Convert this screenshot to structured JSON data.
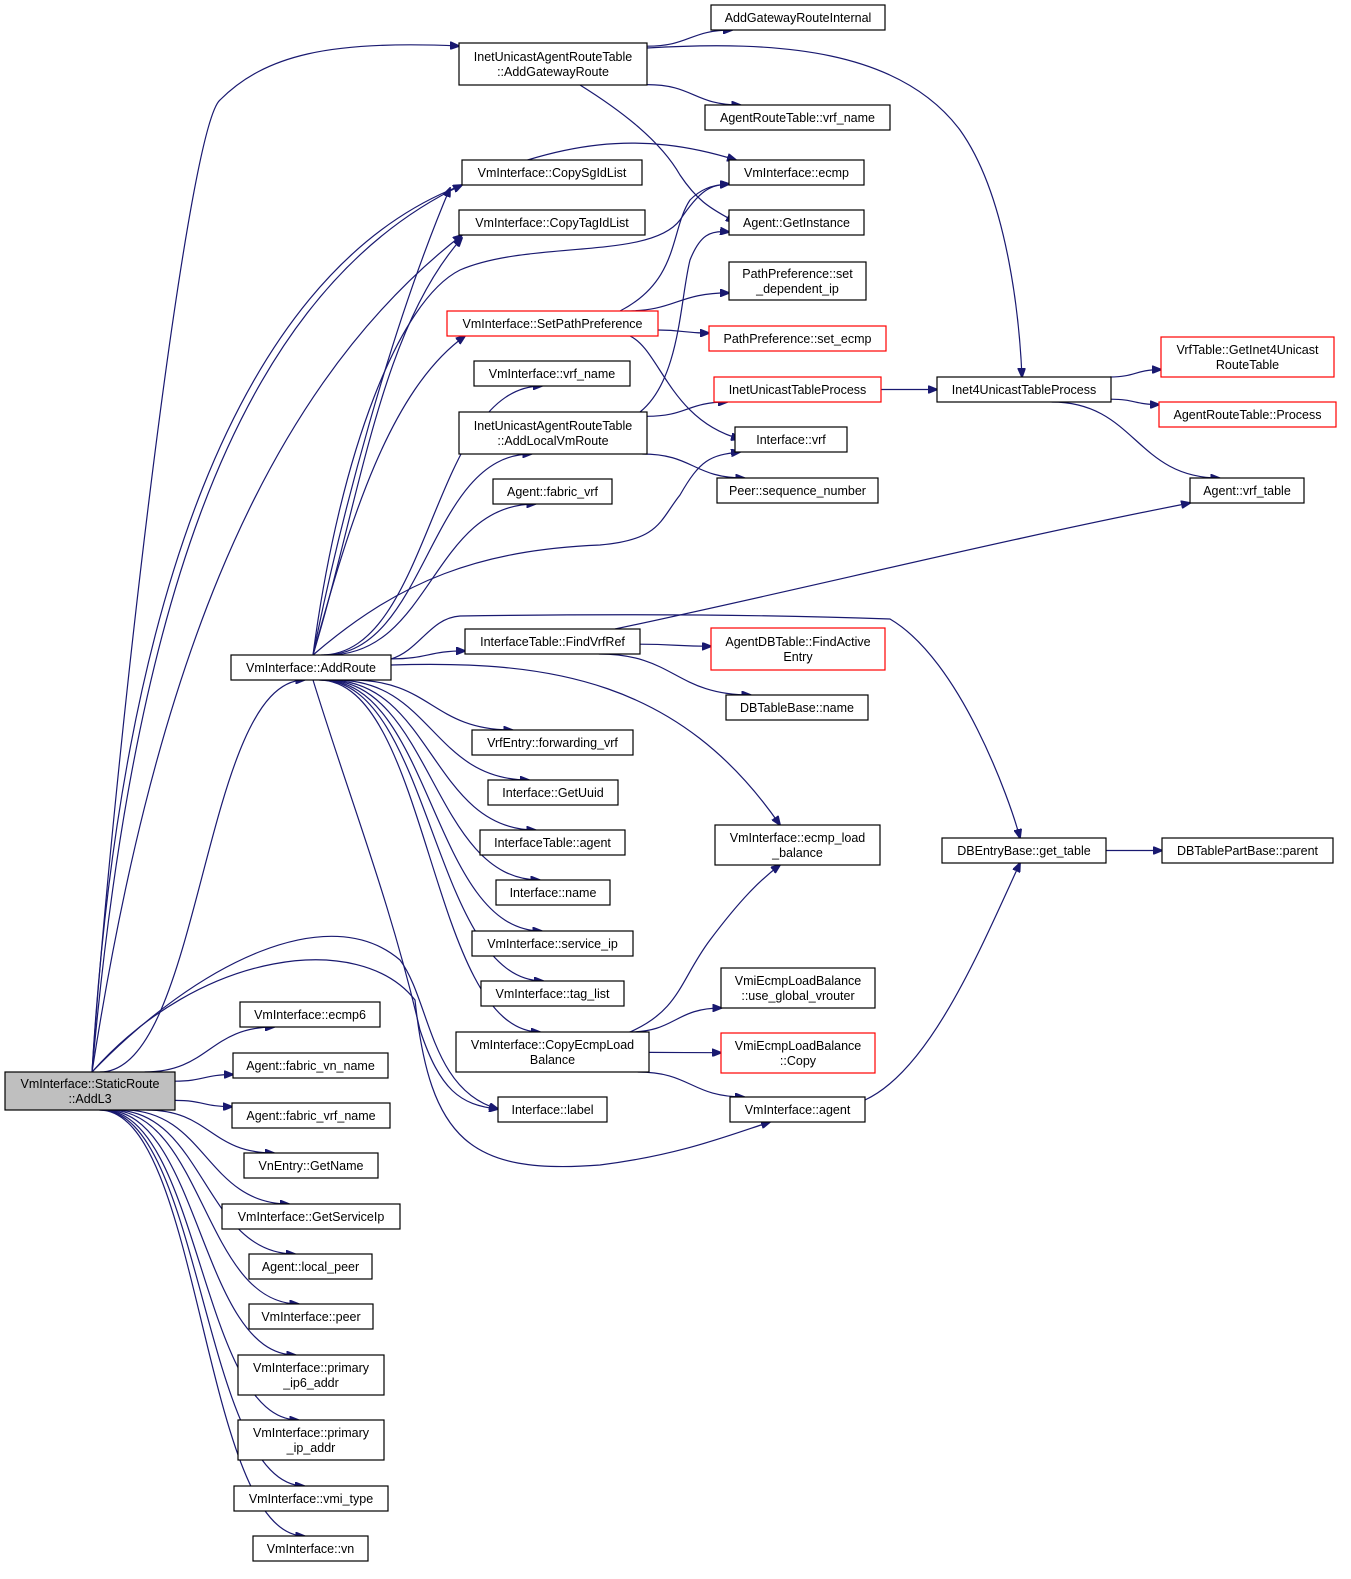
{
  "graph": {
    "root": "VmInterface::StaticRoute::AddL3",
    "colors": {
      "edge": "#191970",
      "node_border": "#000000",
      "truncated_border": "#ff0000",
      "root_fill": "#bfbfbf"
    },
    "nodes": [
      {
        "id": "root",
        "lines": [
          "VmInterface::StaticRoute",
          "::AddL3"
        ],
        "style": "root"
      },
      {
        "id": "addroute",
        "lines": [
          "VmInterface::AddRoute"
        ]
      },
      {
        "id": "addgwroute",
        "lines": [
          "InetUnicastAgentRouteTable",
          "::AddGatewayRoute"
        ]
      },
      {
        "id": "addgwinternal",
        "lines": [
          "AddGatewayRouteInternal"
        ]
      },
      {
        "id": "artvrfname",
        "lines": [
          "AgentRouteTable::vrf_name"
        ]
      },
      {
        "id": "vmiecmp",
        "lines": [
          "VmInterface::ecmp"
        ]
      },
      {
        "id": "getinstance",
        "lines": [
          "Agent::GetInstance"
        ]
      },
      {
        "id": "ppsetdep",
        "lines": [
          "PathPreference::set",
          "_dependent_ip"
        ]
      },
      {
        "id": "ppsetecmp",
        "lines": [
          "PathPreference::set_ecmp"
        ],
        "style": "truncated"
      },
      {
        "id": "copysg",
        "lines": [
          "VmInterface::CopySgIdList"
        ]
      },
      {
        "id": "copytag",
        "lines": [
          "VmInterface::CopyTagIdList"
        ]
      },
      {
        "id": "setpathpref",
        "lines": [
          "VmInterface::SetPathPreference"
        ],
        "style": "truncated"
      },
      {
        "id": "vmivrfname",
        "lines": [
          "VmInterface::vrf_name"
        ]
      },
      {
        "id": "addlocalvm",
        "lines": [
          "InetUnicastAgentRouteTable",
          "::AddLocalVmRoute"
        ]
      },
      {
        "id": "fabricvrf",
        "lines": [
          "Agent::fabric_vrf"
        ]
      },
      {
        "id": "inettableproc",
        "lines": [
          "InetUnicastTableProcess"
        ],
        "style": "truncated"
      },
      {
        "id": "inet4tableproc",
        "lines": [
          "Inet4UnicastTableProcess"
        ]
      },
      {
        "id": "getinet4",
        "lines": [
          "VrfTable::GetInet4Unicast",
          "RouteTable"
        ],
        "style": "truncated"
      },
      {
        "id": "artprocess",
        "lines": [
          "AgentRouteTable::Process"
        ],
        "style": "truncated"
      },
      {
        "id": "ifvrf",
        "lines": [
          "Interface::vrf"
        ]
      },
      {
        "id": "peerseq",
        "lines": [
          "Peer::sequence_number"
        ]
      },
      {
        "id": "agentvrftable",
        "lines": [
          "Agent::vrf_table"
        ]
      },
      {
        "id": "findvrfref",
        "lines": [
          "InterfaceTable::FindVrfRef"
        ]
      },
      {
        "id": "findactive",
        "lines": [
          "AgentDBTable::FindActive",
          "Entry"
        ],
        "style": "truncated"
      },
      {
        "id": "dbtablename",
        "lines": [
          "DBTableBase::name"
        ]
      },
      {
        "id": "fwdvrf",
        "lines": [
          "VrfEntry::forwarding_vrf"
        ]
      },
      {
        "id": "getuuid",
        "lines": [
          "Interface::GetUuid"
        ]
      },
      {
        "id": "itagent",
        "lines": [
          "InterfaceTable::agent"
        ]
      },
      {
        "id": "ifname",
        "lines": [
          "Interface::name"
        ]
      },
      {
        "id": "serviceip",
        "lines": [
          "VmInterface::service_ip"
        ]
      },
      {
        "id": "taglist",
        "lines": [
          "VmInterface::tag_list"
        ]
      },
      {
        "id": "copyecmp",
        "lines": [
          "VmInterface::CopyEcmpLoad",
          "Balance"
        ]
      },
      {
        "id": "ecmplb",
        "lines": [
          "VmInterface::ecmp_load",
          "_balance"
        ]
      },
      {
        "id": "getglobal",
        "lines": [
          "VmiEcmpLoadBalance",
          "::use_global_vrouter"
        ]
      },
      {
        "id": "vmilbcopy",
        "lines": [
          "VmiEcmpLoadBalance",
          "::Copy"
        ],
        "style": "truncated"
      },
      {
        "id": "iflabel",
        "lines": [
          "Interface::label"
        ]
      },
      {
        "id": "vmiagent",
        "lines": [
          "VmInterface::agent"
        ]
      },
      {
        "id": "gettable",
        "lines": [
          "DBEntryBase::get_table"
        ]
      },
      {
        "id": "parent",
        "lines": [
          "DBTablePartBase::parent"
        ]
      },
      {
        "id": "ecmp6",
        "lines": [
          "VmInterface::ecmp6"
        ]
      },
      {
        "id": "fabricvnname",
        "lines": [
          "Agent::fabric_vn_name"
        ]
      },
      {
        "id": "fabricvrfname",
        "lines": [
          "Agent::fabric_vrf_name"
        ]
      },
      {
        "id": "vngetname",
        "lines": [
          "VnEntry::GetName"
        ]
      },
      {
        "id": "getserviceip",
        "lines": [
          "VmInterface::GetServiceIp"
        ]
      },
      {
        "id": "localpeer",
        "lines": [
          "Agent::local_peer"
        ]
      },
      {
        "id": "vmipeer",
        "lines": [
          "VmInterface::peer"
        ]
      },
      {
        "id": "ip6addr",
        "lines": [
          "VmInterface::primary",
          "_ip6_addr"
        ]
      },
      {
        "id": "ipaddr",
        "lines": [
          "VmInterface::primary",
          "_ip_addr"
        ]
      },
      {
        "id": "vmitype",
        "lines": [
          "VmInterface::vmi_type"
        ]
      },
      {
        "id": "vmivn",
        "lines": [
          "VmInterface::vn"
        ]
      }
    ],
    "edges": [
      [
        "root",
        "addroute"
      ],
      [
        "root",
        "addgwroute"
      ],
      [
        "root",
        "vmiecmp"
      ],
      [
        "root",
        "copysg"
      ],
      [
        "root",
        "copytag"
      ],
      [
        "root",
        "ecmp6"
      ],
      [
        "root",
        "fabricvnname"
      ],
      [
        "root",
        "fabricvrfname"
      ],
      [
        "root",
        "vngetname"
      ],
      [
        "root",
        "getserviceip"
      ],
      [
        "root",
        "localpeer"
      ],
      [
        "root",
        "vmipeer"
      ],
      [
        "root",
        "ip6addr"
      ],
      [
        "root",
        "ipaddr"
      ],
      [
        "root",
        "vmitype"
      ],
      [
        "root",
        "vmivn"
      ],
      [
        "root",
        "iflabel"
      ],
      [
        "root",
        "vmiagent"
      ],
      [
        "addroute",
        "copysg"
      ],
      [
        "addroute",
        "copytag"
      ],
      [
        "addroute",
        "vmiecmp"
      ],
      [
        "addroute",
        "setpathpref"
      ],
      [
        "addroute",
        "vmivrfname"
      ],
      [
        "addroute",
        "addlocalvm"
      ],
      [
        "addroute",
        "fabricvrf"
      ],
      [
        "addroute",
        "ifvrf"
      ],
      [
        "addroute",
        "findvrfref"
      ],
      [
        "addroute",
        "gettable"
      ],
      [
        "addroute",
        "fwdvrf"
      ],
      [
        "addroute",
        "getuuid"
      ],
      [
        "addroute",
        "itagent"
      ],
      [
        "addroute",
        "ifname"
      ],
      [
        "addroute",
        "serviceip"
      ],
      [
        "addroute",
        "taglist"
      ],
      [
        "addroute",
        "copyecmp"
      ],
      [
        "addroute",
        "iflabel"
      ],
      [
        "addroute",
        "ecmplb"
      ],
      [
        "addgwroute",
        "addgwinternal"
      ],
      [
        "addgwroute",
        "artvrfname"
      ],
      [
        "addgwroute",
        "getinstance"
      ],
      [
        "addgwroute",
        "inet4tableproc"
      ],
      [
        "setpathpref",
        "vmiecmp"
      ],
      [
        "setpathpref",
        "ppsetdep"
      ],
      [
        "setpathpref",
        "ppsetecmp"
      ],
      [
        "setpathpref",
        "ifvrf"
      ],
      [
        "addlocalvm",
        "getinstance"
      ],
      [
        "addlocalvm",
        "inettableproc"
      ],
      [
        "addlocalvm",
        "peerseq"
      ],
      [
        "inettableproc",
        "inet4tableproc"
      ],
      [
        "inet4tableproc",
        "getinet4"
      ],
      [
        "inet4tableproc",
        "artprocess"
      ],
      [
        "inet4tableproc",
        "agentvrftable"
      ],
      [
        "findvrfref",
        "agentvrftable"
      ],
      [
        "findvrfref",
        "findactive"
      ],
      [
        "findvrfref",
        "dbtablename"
      ],
      [
        "copyecmp",
        "ecmplb"
      ],
      [
        "copyecmp",
        "getglobal"
      ],
      [
        "copyecmp",
        "vmilbcopy"
      ],
      [
        "copyecmp",
        "vmiagent"
      ],
      [
        "vmiagent",
        "gettable"
      ],
      [
        "gettable",
        "parent"
      ]
    ]
  }
}
